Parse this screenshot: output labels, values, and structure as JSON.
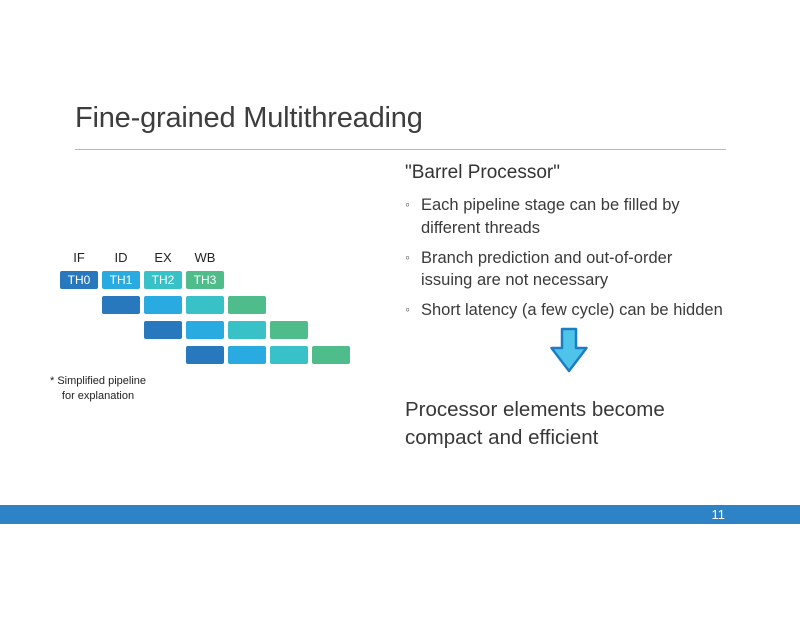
{
  "slide": {
    "title": "Fine-grained Multithreading",
    "page_number": "11",
    "accent_bar_color": "#2d83c5"
  },
  "pipeline_diagram": {
    "stage_headers": [
      "IF",
      "ID",
      "EX",
      "WB"
    ],
    "threads": [
      {
        "label": "TH0",
        "color": "#2878be"
      },
      {
        "label": "TH1",
        "color": "#29abe2"
      },
      {
        "label": "TH2",
        "color": "#38c2c8"
      },
      {
        "label": "TH3",
        "color": "#4fbd8b"
      }
    ],
    "cycle_rows": 4,
    "footnote": [
      "* Simplified pipeline",
      "for explanation"
    ]
  },
  "content": {
    "heading": "\"Barrel Processor\"",
    "bullet_char": "◦",
    "bullets": [
      "Each pipeline stage can be filled by different threads",
      "Branch prediction and out-of-order issuing are not necessary",
      "Short latency (a few cycle) can be hidden"
    ],
    "down_arrow": {
      "fill": "#4ec4ea",
      "stroke": "#1d7dc4"
    },
    "conclusion": "Processor elements become compact and efficient"
  }
}
